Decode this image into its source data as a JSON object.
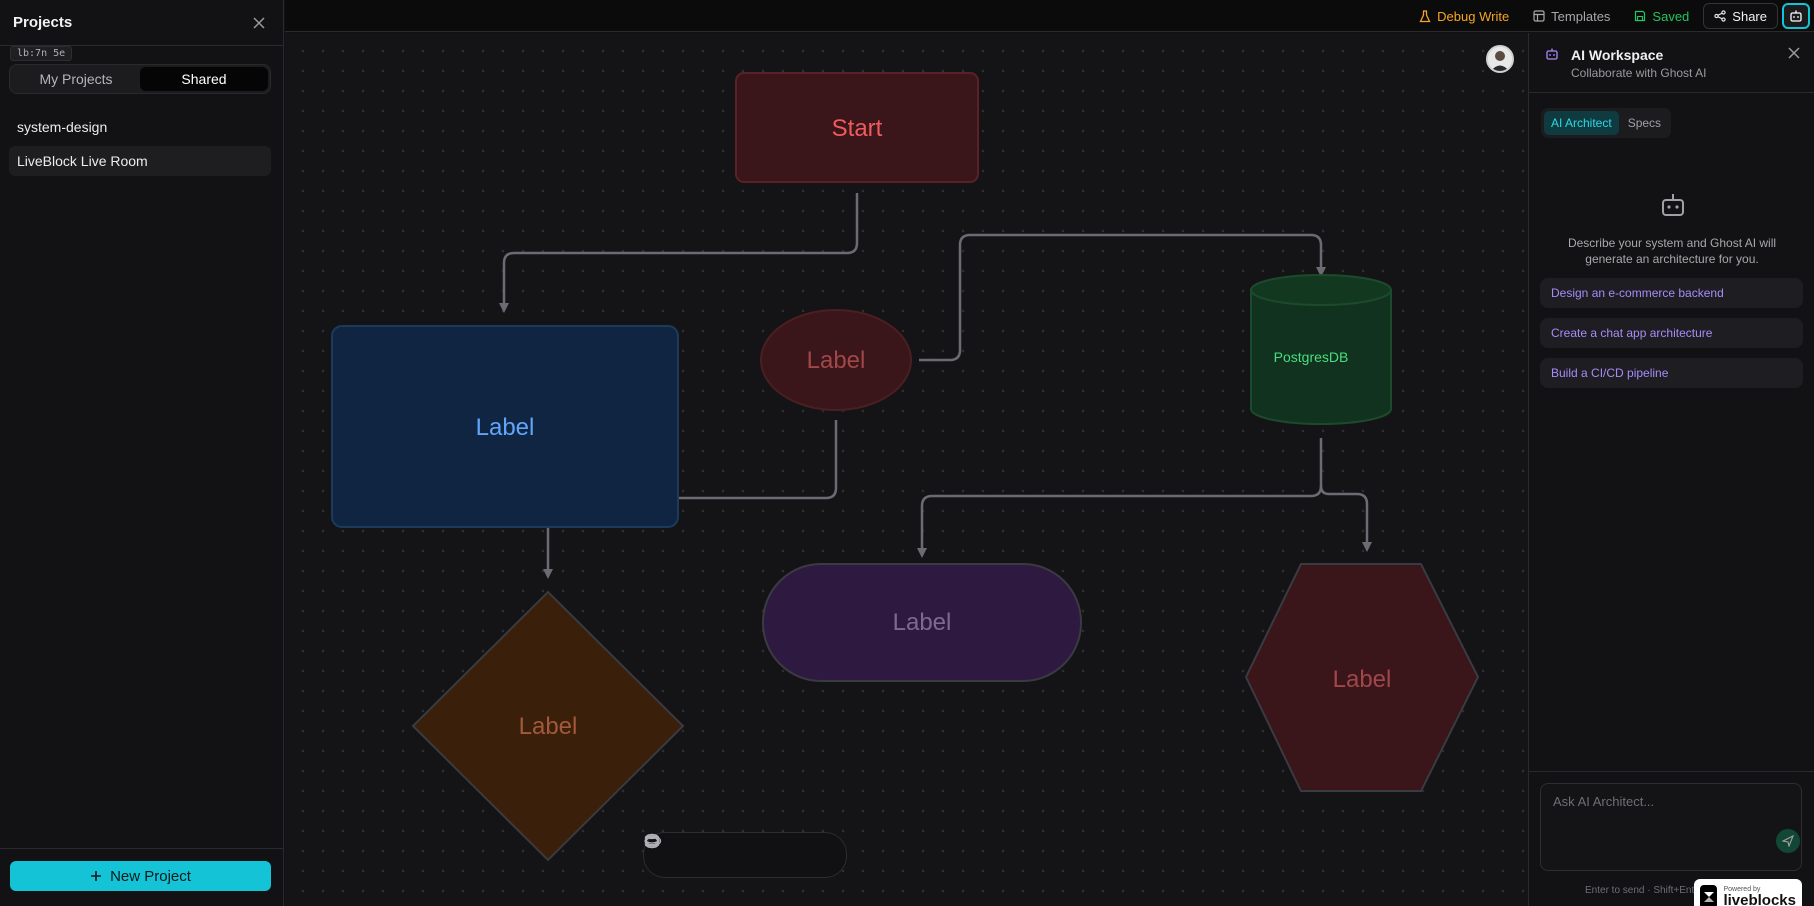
{
  "sidebar": {
    "title": "Projects",
    "debug_tag": "lb:7n 5e",
    "tabs": [
      {
        "label": "My Projects",
        "active": false
      },
      {
        "label": "Shared",
        "active": true
      }
    ],
    "projects": [
      {
        "label": "system-design",
        "selected": false
      },
      {
        "label": "LiveBlock Live Room",
        "selected": true
      }
    ],
    "new_project_label": "New Project"
  },
  "topbar": {
    "debug_write_label": "Debug Write",
    "templates_label": "Templates",
    "saved_label": "Saved",
    "share_label": "Share"
  },
  "canvas": {
    "nodes": [
      {
        "id": "start",
        "shape": "rounded-rect",
        "label": "Start",
        "fill": "#3a1519",
        "stroke": "#5a2226",
        "text_color": "#ef5b5b"
      },
      {
        "id": "rect",
        "shape": "rect",
        "label": "Label",
        "fill": "#0f2542",
        "stroke": "#1d3a5c",
        "text_color": "#60a5fa"
      },
      {
        "id": "ellipse",
        "shape": "ellipse",
        "label": "Label",
        "fill": "#3a1519",
        "stroke": "#4a1f24",
        "text_color": "#a0474a"
      },
      {
        "id": "db",
        "shape": "cylinder",
        "label": "PostgresDB",
        "fill": "#10321e",
        "stroke": "#1c4a2c",
        "text_color": "#4ade80"
      },
      {
        "id": "diamond",
        "shape": "diamond",
        "label": "Label",
        "fill": "#3a1f0a",
        "stroke": "#3a3a3f",
        "text_color": "#a3593a"
      },
      {
        "id": "pill",
        "shape": "pill",
        "label": "Label",
        "fill": "#2e1a40",
        "stroke": "#3a3a42",
        "text_color": "#7d6b8f"
      },
      {
        "id": "hexagon",
        "shape": "hexagon",
        "label": "Label",
        "fill": "#3a1519",
        "stroke": "#3a3a42",
        "text_color": "#a0474a"
      }
    ],
    "edge_color": "#6b6b73",
    "tools": [
      "rectangle-tool-icon",
      "diamond-tool-icon",
      "circle-tool-icon",
      "pill-tool-icon",
      "cylinder-tool-icon",
      "hexagon-tool-icon"
    ]
  },
  "ai_panel": {
    "title": "AI Workspace",
    "subtitle": "Collaborate with Ghost AI",
    "tabs": [
      {
        "label": "AI Architect",
        "active": true
      },
      {
        "label": "Specs",
        "active": false
      }
    ],
    "description": "Describe your system and Ghost AI will generate an architecture for you.",
    "suggestions": [
      "Design an e-commerce backend",
      "Create a chat app architecture",
      "Build a CI/CD pipeline"
    ],
    "input_placeholder": "Ask AI Architect...",
    "hint": "Enter to send · Shift+Enter",
    "badge_powered": "Powered by",
    "badge_name": "liveblocks"
  },
  "colors": {
    "accent": "#14c3d6",
    "saved": "#22c55e",
    "debug": "#f5a524",
    "suggestion": "#a78bfa"
  }
}
